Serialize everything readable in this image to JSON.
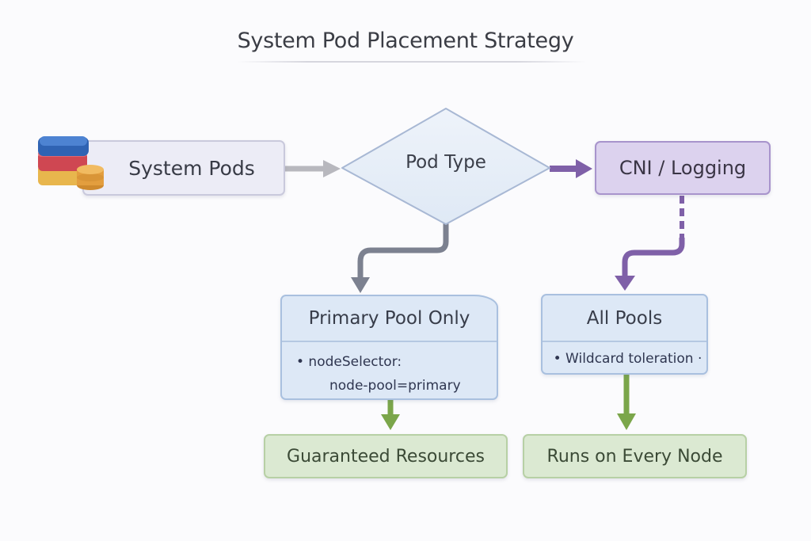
{
  "title": "System Pod Placement Strategy",
  "nodes": {
    "system_pods": "System Pods",
    "pod_type": "Pod Type",
    "cni_logging": "CNI / Logging",
    "primary_pool": {
      "title": "Primary Pool Only",
      "line1": "• nodeSelector:",
      "line2": "node-pool=primary"
    },
    "all_pools": {
      "title": "All Pools",
      "line1": "• Wildcard toleration ·"
    },
    "guaranteed": "Guaranteed Resources",
    "every_node": "Runs on Every Node"
  },
  "icons": {
    "system_pods_icon": "stacked-layers-with-coins-icon"
  },
  "colors": {
    "gray_arrow": "#b8b8be",
    "purple_arrow": "#7f60a8",
    "slate_arrow": "#7c8190",
    "green_arrow": "#7ba64a"
  }
}
